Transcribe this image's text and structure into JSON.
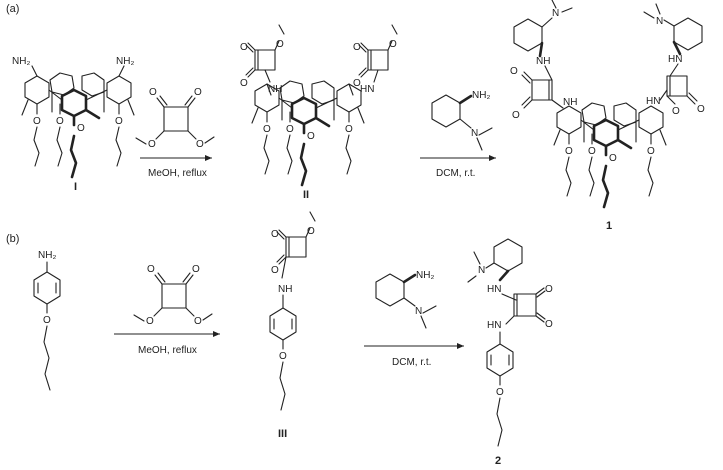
{
  "panels": [
    {
      "label": "(a)",
      "compounds": [
        "I",
        "II",
        "1"
      ],
      "conditions": [
        "MeOH, reflux",
        "DCM, r.t."
      ]
    },
    {
      "label": "(b)",
      "compounds": [
        "III",
        "2"
      ],
      "conditions": [
        "MeOH, reflux",
        "DCM, r.t."
      ]
    }
  ],
  "atoms": {
    "nh2": "NH₂",
    "nh": "NH",
    "hn": "HN",
    "o": "O",
    "n": "N"
  }
}
